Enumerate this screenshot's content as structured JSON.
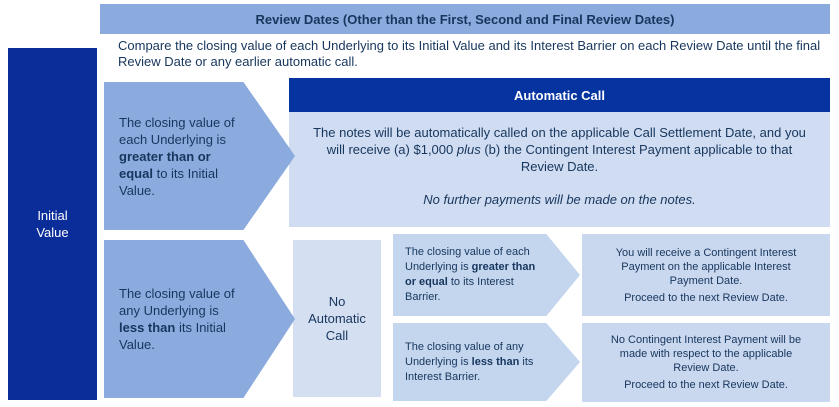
{
  "colors": {
    "medium_blue": "#8babde",
    "sidebar_navy": "#0b2d9a",
    "header_navy": "#0533a0",
    "auto_call_body": "#cfdcf1",
    "no_call_box": "#d5dff2",
    "sub_arrow": "#c3d6ee",
    "outcome_box": "#c9d8ef",
    "text_navy": "#17365d"
  },
  "header": {
    "title": "Review Dates (Other than the First, Second and Final Review Dates)"
  },
  "intro": {
    "text": "Compare the closing value of each Underlying to its Initial Value and its Interest Barrier on each Review Date until the final Review Date or any earlier automatic call."
  },
  "sidebar": {
    "label": "Initial\nValue"
  },
  "branch_up": {
    "pre": "The closing value of each Underlying is ",
    "bold": "greater than or equal",
    "post": " to its Initial Value."
  },
  "auto_call": {
    "title": "Automatic Call",
    "body_pre": "The notes will be automatically called on the applicable Call Settlement Date, and you will receive (a) $1,000 ",
    "body_italic": "plus",
    "body_post": " (b) the Contingent Interest Payment applicable to that Review Date.",
    "note": "No further payments will be made on the notes."
  },
  "branch_down": {
    "pre": "The closing value of any Underlying is ",
    "bold": "less than",
    "post": " its Initial Value."
  },
  "no_auto_call": {
    "label": "No Automatic Call"
  },
  "sub_branch_up": {
    "pre": "The closing value of each Underlying is ",
    "bold": "greater than or equal",
    "post": " to its Interest Barrier."
  },
  "sub_branch_down": {
    "pre": "The closing value of any Underlying is ",
    "bold": "less than",
    "post": " its Interest Barrier."
  },
  "outcome_up": {
    "line1": "You will receive a Contingent Interest Payment on the applicable Interest Payment Date.",
    "line2": "Proceed to the next Review Date."
  },
  "outcome_down": {
    "line1": "No Contingent Interest Payment will be made with respect to the applicable Review Date.",
    "line2": "Proceed to the next Review Date."
  }
}
